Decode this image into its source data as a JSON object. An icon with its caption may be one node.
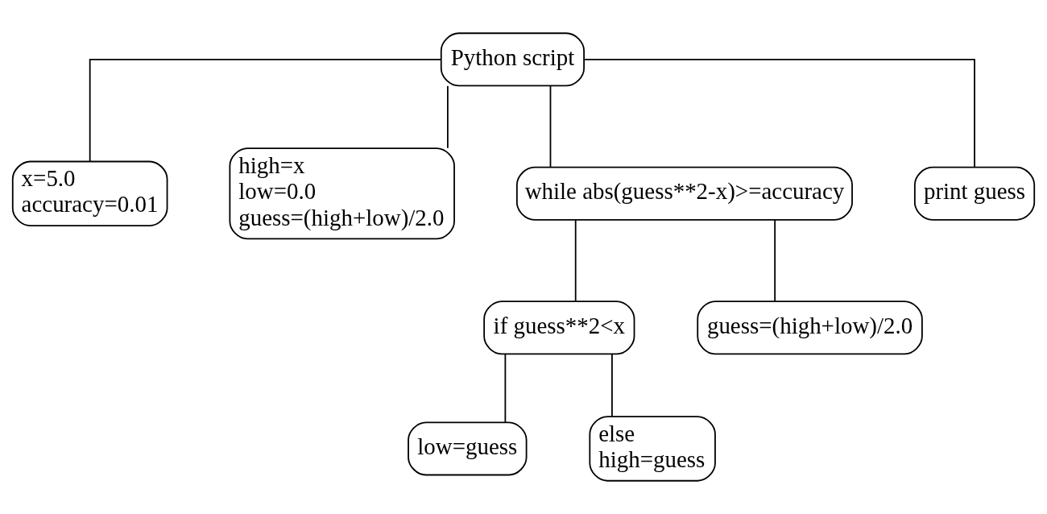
{
  "diagram": {
    "nodes": [
      {
        "text": [
          "Python script"
        ]
      },
      {
        "text": [
          "x=5.0",
          "accuracy=0.01"
        ]
      },
      {
        "text": [
          "high=x",
          "low=0.0",
          "guess=(high+low)/2.0"
        ]
      },
      {
        "text": [
          "while abs(guess**2-x)>=accuracy"
        ]
      },
      {
        "text": [
          "print guess"
        ]
      },
      {
        "text": [
          "if guess**2<x"
        ]
      },
      {
        "text": [
          "guess=(high+low)/2.0"
        ]
      },
      {
        "text": [
          "low=guess"
        ]
      },
      {
        "text": [
          "else",
          "high=guess"
        ]
      }
    ],
    "edges": [
      {
        "from": 0,
        "to": 1,
        "arrow": "none"
      },
      {
        "from": 0,
        "to": 2,
        "arrow": "none"
      },
      {
        "from": 0,
        "to": 3,
        "arrow": "none"
      },
      {
        "from": 0,
        "to": 4,
        "arrow": "none"
      },
      {
        "from": 3,
        "to": 5,
        "arrow": "none"
      },
      {
        "from": 3,
        "to": 6,
        "arrow": "none"
      },
      {
        "from": 5,
        "to": 7,
        "arrow": "none"
      },
      {
        "from": 5,
        "to": 8,
        "arrow": "none"
      }
    ]
  }
}
